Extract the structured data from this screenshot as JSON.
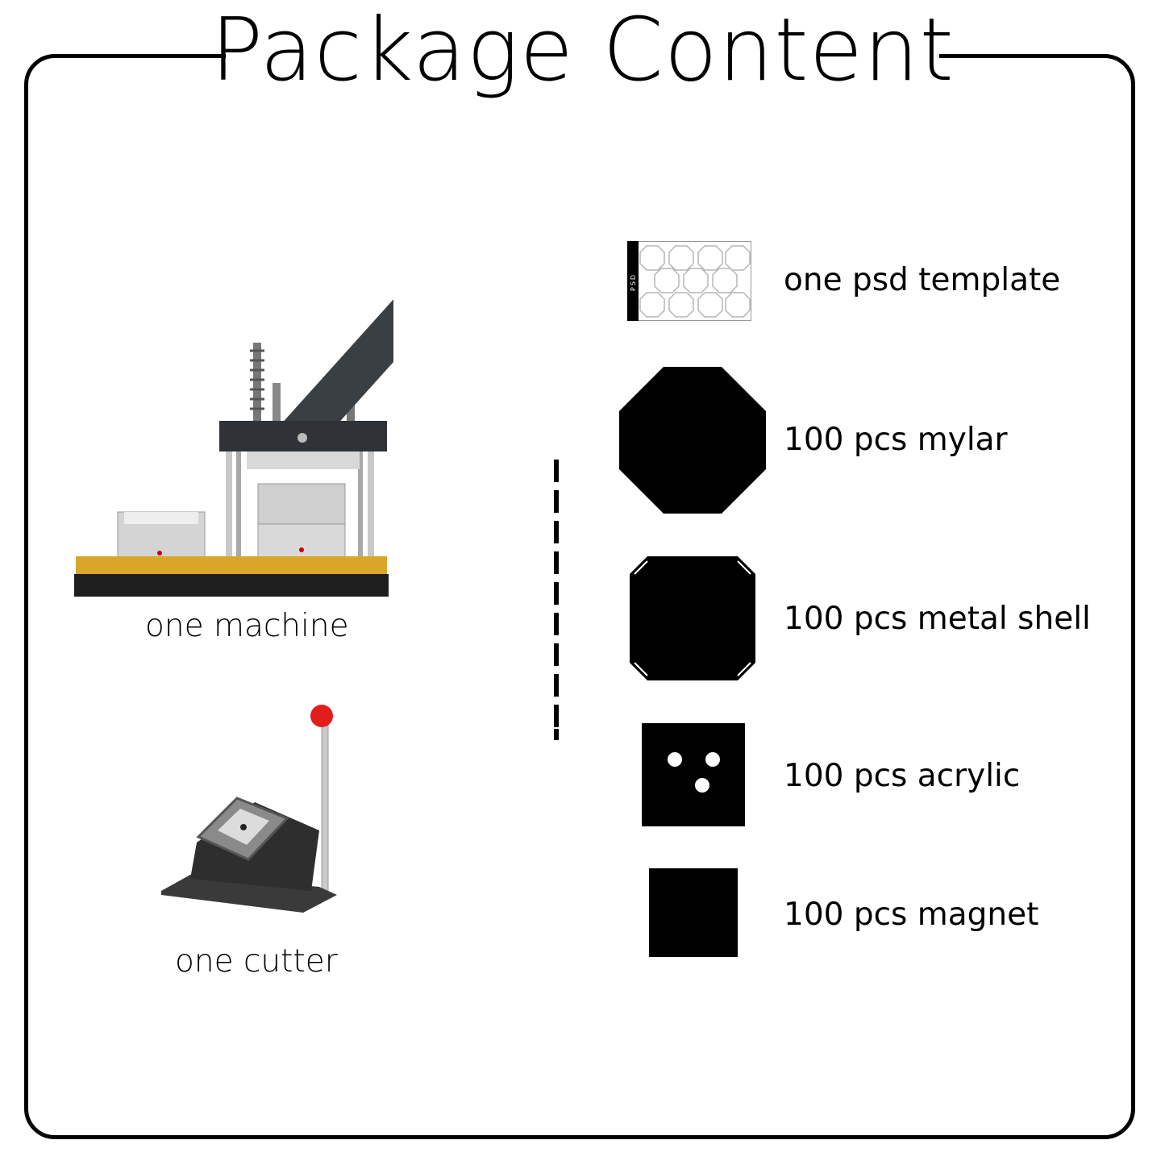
{
  "title": "Package Content",
  "left_items": {
    "machine_label": "one machine",
    "cutter_label": "one cutter"
  },
  "right_items": [
    {
      "label": "one psd template",
      "icon": "psd-template-icon",
      "badge": "PSD"
    },
    {
      "label": "100 pcs mylar",
      "icon": "octagon-icon"
    },
    {
      "label": "100 pcs metal shell",
      "icon": "metal-shell-icon"
    },
    {
      "label": "100 pcs acrylic",
      "icon": "acrylic-square-icon"
    },
    {
      "label": "100 pcs magnet",
      "icon": "magnet-square-icon"
    }
  ],
  "colors": {
    "handle_red": "#e8341c",
    "base_gold": "#d9a62a",
    "frame": "#000000"
  }
}
